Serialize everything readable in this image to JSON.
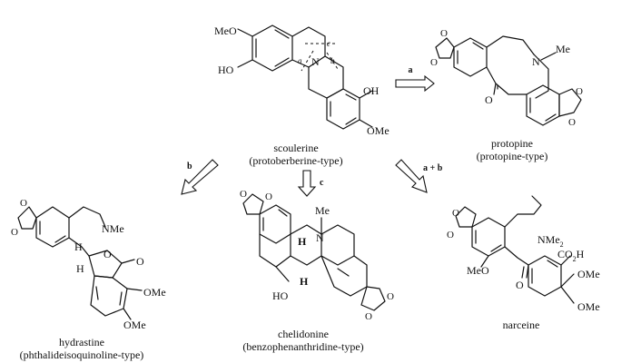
{
  "compounds": {
    "scoulerine": {
      "name": "scoulerine",
      "type": "(protoberberine-type)",
      "groups": {
        "ome_top": "MeO",
        "oh_left": "HO",
        "oh_right": "OH",
        "ome_right": "OMe",
        "n": "N",
        "a": "a",
        "b": "b",
        "c": "c"
      }
    },
    "protopine": {
      "name": "protopine",
      "type": "(protopine-type)",
      "groups": {
        "n": "N",
        "me": "Me",
        "o": "O"
      }
    },
    "hydrastine": {
      "name": "hydrastine",
      "type": "(phthalideisoquinoline-type)",
      "groups": {
        "nme": "NMe",
        "h1": "H",
        "h2": "H",
        "o_ring": "O",
        "o_keto": "O",
        "ome1": "OMe",
        "ome2": "OMe"
      }
    },
    "chelidonine": {
      "name": "chelidonine",
      "type": "(benzophenanthridine-type)",
      "groups": {
        "me": "Me",
        "n": "N",
        "h1": "H",
        "h2": "H",
        "ho": "HO"
      }
    },
    "narceine": {
      "name": "narceine",
      "type": "",
      "groups": {
        "nme2_base": "NMe",
        "nme2_sub": "2",
        "co2h": "CO",
        "co2h_sub": "2",
        "co2h_end": "H",
        "ome1": "OMe",
        "ome2": "OMe",
        "meo": "MeO",
        "o": "O"
      }
    }
  },
  "arrows": {
    "a": "a",
    "b": "b",
    "c": "c",
    "ab": "a + b"
  }
}
